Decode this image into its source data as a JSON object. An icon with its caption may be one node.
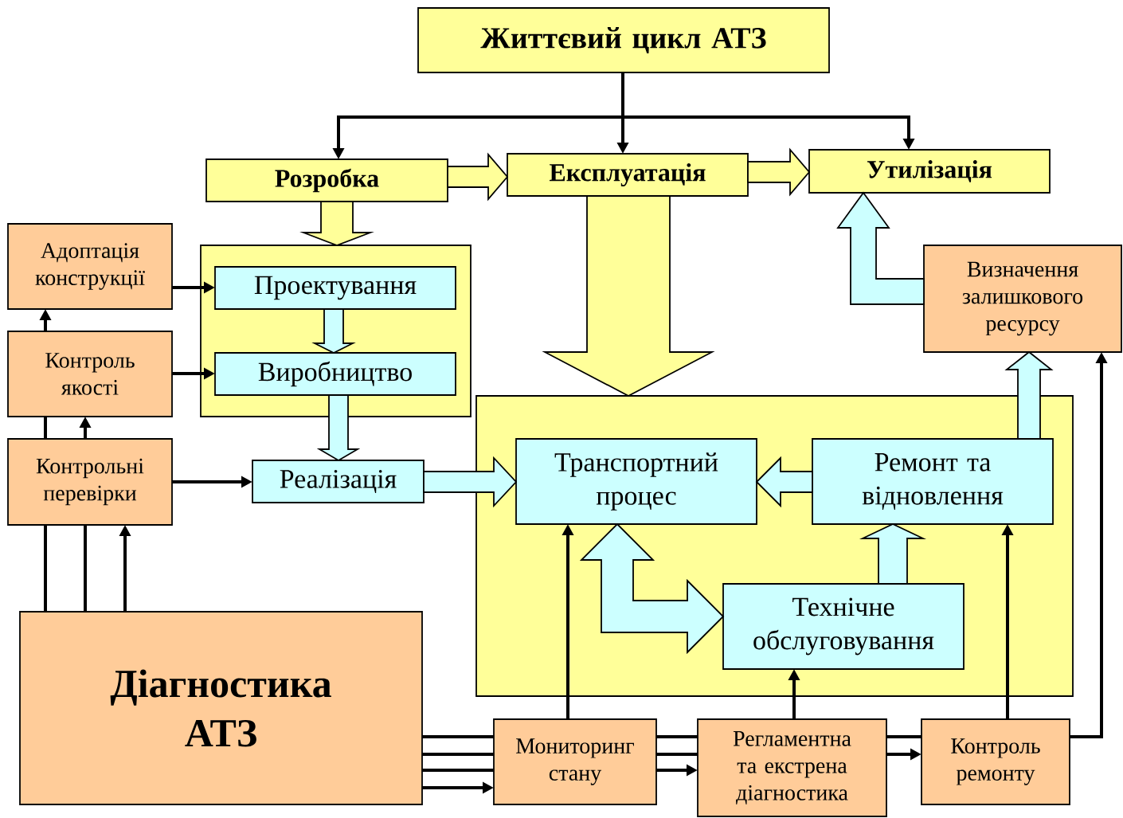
{
  "diagram": {
    "nodes": [
      {
        "text": [
          "Життєвий цикл АТЗ"
        ]
      },
      {
        "text": [
          "Розробка"
        ]
      },
      {
        "text": [
          "Експлуатація"
        ]
      },
      {
        "text": [
          "Утилізація"
        ]
      },
      {
        "text": [
          "Адоптація конструкції"
        ]
      },
      {
        "text": [
          "Контроль якості"
        ]
      },
      {
        "text": [
          "Контрольні перевірки"
        ]
      },
      {
        "text": [],
        "shape": "box"
      },
      {
        "text": [
          "Проектування"
        ],
        "in": 7
      },
      {
        "text": [
          "Виробництво"
        ],
        "in": 7
      },
      {
        "text": [
          "Реалізація"
        ]
      },
      {
        "text": [
          "Визначення залишкового ресурсу"
        ]
      },
      {
        "text": [],
        "shape": "box"
      },
      {
        "text": [
          "Транспортний процес"
        ],
        "in": 12
      },
      {
        "text": [
          "Ремонт та відновлення"
        ],
        "in": 12
      },
      {
        "text": [
          "Технічне обслуговування"
        ],
        "in": 12
      },
      {
        "text": [
          "Діагностика АТЗ"
        ]
      },
      {
        "text": [
          "Мониторинг стану"
        ]
      },
      {
        "text": [
          "Регламентна та екстрена діагностика"
        ]
      },
      {
        "text": [
          "Контроль ремонту"
        ]
      }
    ],
    "edges": [
      {
        "from": 0,
        "to": 1,
        "arrow": "to"
      },
      {
        "from": 0,
        "to": 2,
        "arrow": "to"
      },
      {
        "from": 0,
        "to": 3,
        "arrow": "to"
      },
      {
        "from": 1,
        "to": 2,
        "arrow": "to",
        "style": "thick",
        "color": "#ffff99"
      },
      {
        "from": 2,
        "to": 3,
        "arrow": "to",
        "style": "thick",
        "color": "#ffff99"
      },
      {
        "from": 1,
        "to": 7,
        "arrow": "to",
        "style": "thick",
        "color": "#ffff99"
      },
      {
        "from": 8,
        "to": 9,
        "arrow": "to",
        "style": "thick",
        "color": "#ccffff"
      },
      {
        "from": 9,
        "to": 10,
        "arrow": "to",
        "style": "thick",
        "color": "#ccffff"
      },
      {
        "from": 10,
        "to": 13,
        "arrow": "to",
        "style": "thick",
        "color": "#ccffff"
      },
      {
        "from": 2,
        "to": 12,
        "arrow": "to",
        "style": "thick",
        "color": "#ffff99"
      },
      {
        "from": 4,
        "to": 8,
        "arrow": "to"
      },
      {
        "from": 5,
        "to": 9,
        "arrow": "to"
      },
      {
        "from": 6,
        "to": 10,
        "arrow": "to"
      },
      {
        "from": 16,
        "to": 6,
        "arrow": "none"
      },
      {
        "from": 6,
        "to": 5,
        "arrow": "none"
      },
      {
        "from": 5,
        "to": 4,
        "arrow": "to"
      },
      {
        "from": 16,
        "to": 6,
        "arrow": "none"
      },
      {
        "from": 6,
        "to": 5,
        "arrow": "to"
      },
      {
        "from": 16,
        "to": 6,
        "arrow": "to"
      },
      {
        "from": 16,
        "to": 17,
        "arrow": "none"
      },
      {
        "from": 17,
        "to": 18,
        "arrow": "none"
      },
      {
        "from": 18,
        "to": 19,
        "arrow": "none"
      },
      {
        "from": 19,
        "to": 11,
        "arrow": "to"
      },
      {
        "from": 16,
        "to": 17,
        "arrow": "none"
      },
      {
        "from": 17,
        "to": 18,
        "arrow": "none"
      },
      {
        "from": 18,
        "to": 19,
        "arrow": "to"
      },
      {
        "from": 16,
        "to": 17,
        "arrow": "none"
      },
      {
        "from": 17,
        "to": 18,
        "arrow": "to"
      },
      {
        "from": 16,
        "to": 17,
        "arrow": "to"
      },
      {
        "from": 17,
        "to": 13,
        "arrow": "to"
      },
      {
        "from": 18,
        "to": 15,
        "arrow": "to"
      },
      {
        "from": 19,
        "to": 14,
        "arrow": "to"
      },
      {
        "from": 14,
        "to": 13,
        "arrow": "to",
        "style": "thick",
        "color": "#ccffff"
      },
      {
        "from": 14,
        "to": 11,
        "arrow": "to",
        "style": "thick",
        "color": "#ccffff"
      },
      {
        "from": 15,
        "to": 14,
        "arrow": "to",
        "style": "thick",
        "color": "#ccffff"
      },
      {
        "from": 13,
        "to": 15,
        "arrow": "both",
        "style": "thick",
        "color": "#ccffff"
      },
      {
        "from": 11,
        "to": 3,
        "arrow": "to",
        "style": "thick",
        "color": "#ccffff"
      }
    ]
  }
}
